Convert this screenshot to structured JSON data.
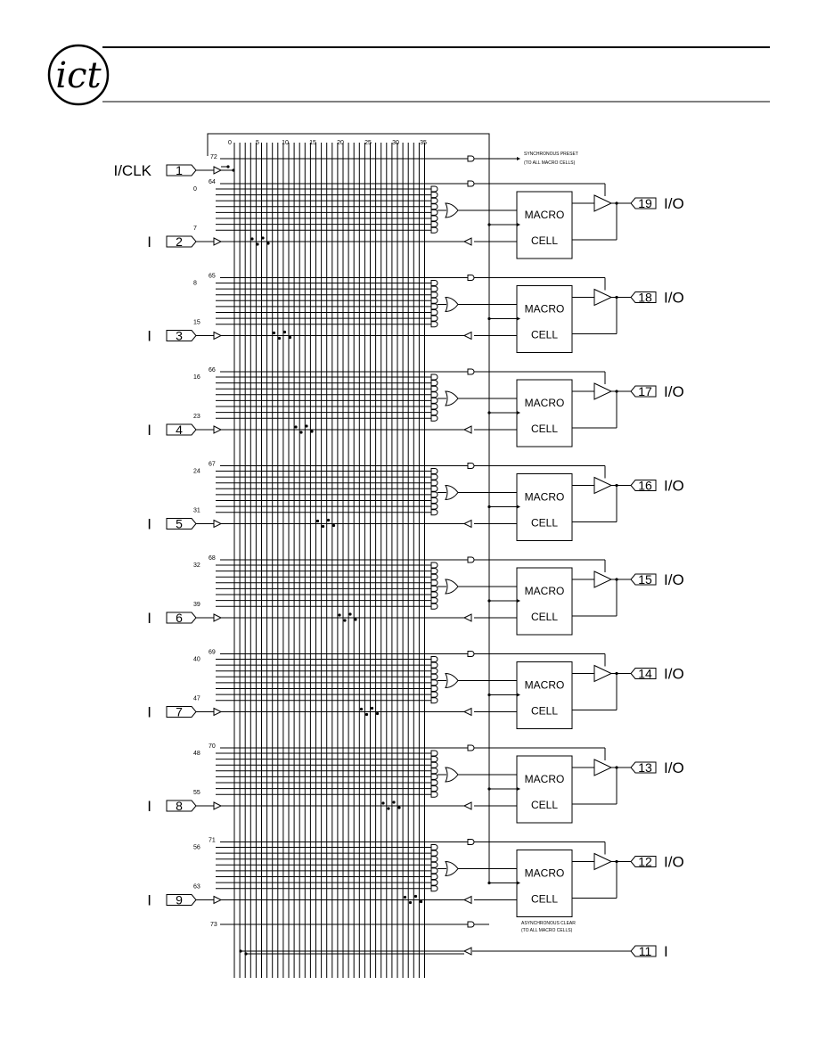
{
  "logo": {
    "text": "ict"
  },
  "column_ticks": [
    "0",
    "5",
    "10",
    "15",
    "20",
    "25",
    "30",
    "35"
  ],
  "clock_pin": {
    "pin": "1",
    "label": "I/CLK"
  },
  "synchronous_preset": {
    "line1": "SYNCHRONOUS PRESET",
    "line2": "(TO ALL MACRO CELLS)",
    "term": "72"
  },
  "asynchronous_clear": {
    "line1": "ASYNCHRONOUS CLEAR",
    "line2": "(TO ALL MACRO CELLS)",
    "term": "73"
  },
  "blocks": [
    {
      "in_pin": "2",
      "in_label": "I",
      "out_pin": "19",
      "out_label": "I/O",
      "oe_term": "64",
      "row_first": "0",
      "row_last": "7"
    },
    {
      "in_pin": "3",
      "in_label": "I",
      "out_pin": "18",
      "out_label": "I/O",
      "oe_term": "65",
      "row_first": "8",
      "row_last": "15"
    },
    {
      "in_pin": "4",
      "in_label": "I",
      "out_pin": "17",
      "out_label": "I/O",
      "oe_term": "66",
      "row_first": "16",
      "row_last": "23"
    },
    {
      "in_pin": "5",
      "in_label": "I",
      "out_pin": "16",
      "out_label": "I/O",
      "oe_term": "67",
      "row_first": "24",
      "row_last": "31"
    },
    {
      "in_pin": "6",
      "in_label": "I",
      "out_pin": "15",
      "out_label": "I/O",
      "oe_term": "68",
      "row_first": "32",
      "row_last": "39"
    },
    {
      "in_pin": "7",
      "in_label": "I",
      "out_pin": "14",
      "out_label": "I/O",
      "oe_term": "69",
      "row_first": "40",
      "row_last": "47"
    },
    {
      "in_pin": "8",
      "in_label": "I",
      "out_pin": "13",
      "out_label": "I/O",
      "oe_term": "70",
      "row_first": "48",
      "row_last": "55"
    },
    {
      "in_pin": "9",
      "in_label": "I",
      "out_pin": "12",
      "out_label": "I/O",
      "oe_term": "71",
      "row_first": "56",
      "row_last": "63"
    }
  ],
  "macro_cell": {
    "line1": "MACRO",
    "line2": "CELL"
  },
  "input_only_pin": {
    "pin": "11",
    "label": "I"
  }
}
